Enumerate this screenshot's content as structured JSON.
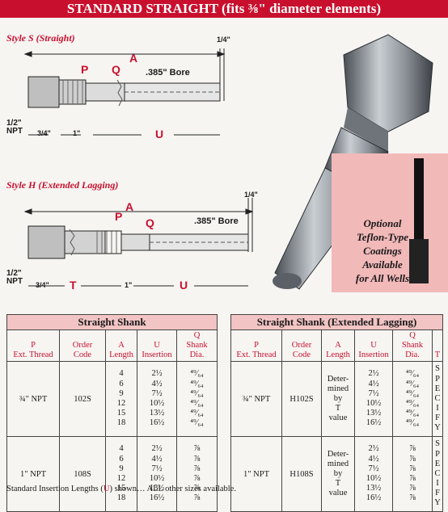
{
  "banner": {
    "title": "STANDARD STRAIGHT (fits ⅜\" diameter elements)"
  },
  "style_s": {
    "title": "Style S (Straight)",
    "labels": {
      "p": "P",
      "q": "Q",
      "a": "A",
      "bore": ".385\" Bore",
      "tip": "1/4\"",
      "npt_top": "1/2\"",
      "npt": "NPT",
      "three_quarter": "3/4\"",
      "one": "1\"",
      "u": "U"
    }
  },
  "style_h": {
    "title": "Style H (Extended Lagging)",
    "labels": {
      "p": "P",
      "q": "Q",
      "a": "A",
      "bore": ".385\" Bore",
      "tip": "1/4\"",
      "npt_top": "1/2\"",
      "npt": "NPT",
      "three_quarter": "3/4\"",
      "t": "T",
      "one": "1\"",
      "u": "U"
    }
  },
  "coatings": {
    "l1": "Optional",
    "l2": "Teflon-Type",
    "l3": "Coatings",
    "l4": "Available",
    "l5": "for All Wells"
  },
  "table_straight": {
    "title": "Straight Shank",
    "headers": [
      {
        "l1": "P",
        "l2": "Ext. Thread"
      },
      {
        "l1": "Order",
        "l2": "Code"
      },
      {
        "l1": "A",
        "l2": "Length"
      },
      {
        "l1": "U",
        "l2": "Insertion"
      },
      {
        "l1": "Q",
        "l2": "Shank Dia."
      }
    ],
    "groups": [
      {
        "thread": "¾\" NPT",
        "code": "102S",
        "lengths": [
          "4",
          "6",
          "9",
          "12",
          "15",
          "18"
        ],
        "insertions": [
          "2½",
          "4½",
          "7½",
          "10½",
          "13½",
          "16½"
        ],
        "dia": [
          "⁴⁹⁄₆₄",
          "⁴⁹⁄₆₄",
          "⁴⁹⁄₆₄",
          "⁴⁹⁄₆₄",
          "⁴⁹⁄₆₄",
          "⁴⁹⁄₆₄"
        ]
      },
      {
        "thread": "1\" NPT",
        "code": "108S",
        "lengths": [
          "4",
          "6",
          "9",
          "12",
          "15",
          "18"
        ],
        "insertions": [
          "2½",
          "4½",
          "7½",
          "10½",
          "13½",
          "16½"
        ],
        "dia": [
          "⅞",
          "⅞",
          "⅞",
          "⅞",
          "⅞",
          "⅞"
        ]
      }
    ]
  },
  "table_lagging": {
    "title": "Straight Shank (Extended Lagging)",
    "headers": [
      {
        "l1": "P",
        "l2": "Ext. Thread"
      },
      {
        "l1": "Order",
        "l2": "Code"
      },
      {
        "l1": "A",
        "l2": "Length"
      },
      {
        "l1": "U",
        "l2": "Insertion"
      },
      {
        "l1": "Q",
        "l2": "Shank Dia."
      },
      {
        "l1": "T",
        "l2": ""
      }
    ],
    "groups": [
      {
        "thread": "¾\" NPT",
        "code": "H102S",
        "length_note": [
          "Deter-",
          "mined",
          "by",
          "T",
          "value"
        ],
        "insertions": [
          "2½",
          "4½",
          "7½",
          "10½",
          "13½",
          "16½"
        ],
        "dia": [
          "⁴⁹⁄₆₄",
          "⁴⁹⁄₆₄",
          "⁴⁹⁄₆₄",
          "⁴⁹⁄₆₄",
          "⁴⁹⁄₆₄",
          "⁴⁹⁄₆₄"
        ],
        "t": [
          "S",
          "P",
          "E",
          "C",
          "I",
          "F",
          "Y"
        ]
      },
      {
        "thread": "1\" NPT",
        "code": "H108S",
        "length_note": [
          "Deter-",
          "mined",
          "by",
          "T",
          "value"
        ],
        "insertions": [
          "2½",
          "4½",
          "7½",
          "10½",
          "13½",
          "16½"
        ],
        "dia": [
          "⅞",
          "⅞",
          "⅞",
          "⅞",
          "⅞",
          "⅞"
        ],
        "t": [
          "S",
          "P",
          "E",
          "C",
          "I",
          "F",
          "Y"
        ]
      }
    ]
  },
  "footnote": {
    "before": "Standard Insertion Lengths (",
    "u": "U",
    "after": ") shown… ALL other sizes available."
  }
}
